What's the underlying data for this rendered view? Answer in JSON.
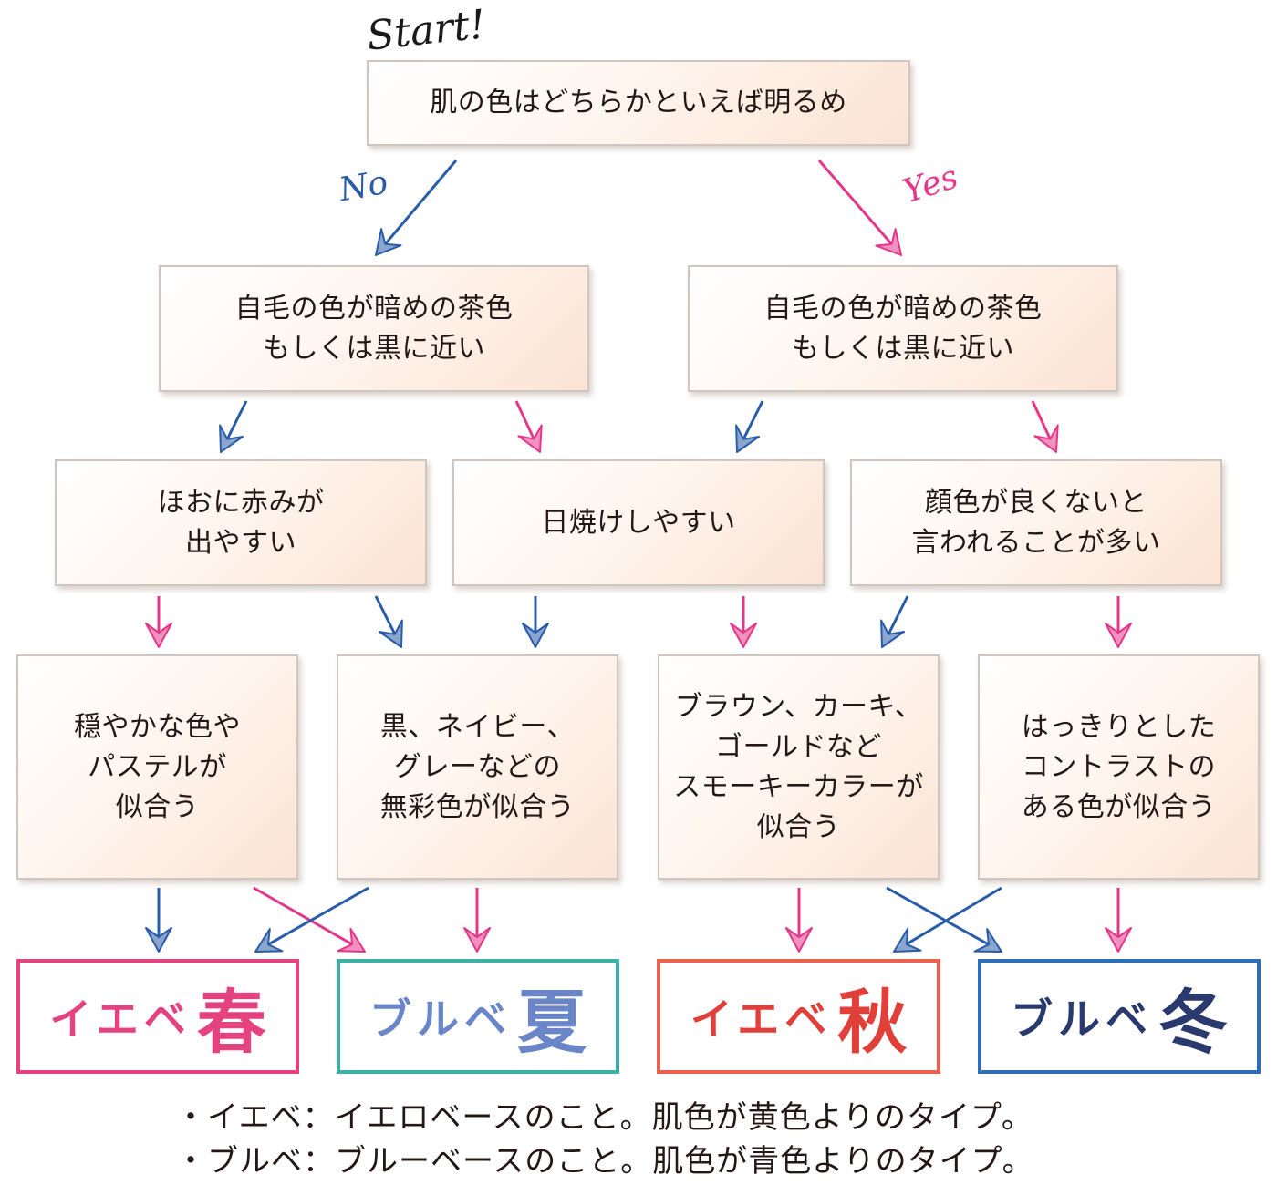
{
  "labels": {
    "start": "Start!",
    "no": "No",
    "yes": "Yes"
  },
  "questions": {
    "q1": [
      "肌の色はどちらかといえば明るめ"
    ],
    "q2_left": [
      "自毛の色が暗めの茶色",
      "もしくは黒に近い"
    ],
    "q2_right": [
      "自毛の色が暗めの茶色",
      "もしくは黒に近い"
    ],
    "q3_left": [
      "ほおに赤みが",
      "出やすい"
    ],
    "q3_mid": [
      "日焼けしやすい"
    ],
    "q3_right": [
      "顔色が良くないと",
      "言われることが多い"
    ]
  },
  "traits": {
    "t1": [
      "穏やかな色や",
      "パステルが",
      "似合う"
    ],
    "t2": [
      "黒、ネイビー、",
      "グレーなどの",
      "無彩色が似合う"
    ],
    "t3": [
      "ブラウン、カーキ、",
      "ゴールドなど",
      "スモーキーカラーが",
      "似合う"
    ],
    "t4": [
      "はっきりとした",
      "コントラストの",
      "ある色が似合う"
    ]
  },
  "results": [
    {
      "prefix": "イエベ",
      "season": "春",
      "color": "#e4437f"
    },
    {
      "prefix": "ブルベ",
      "season": "夏",
      "color": "#6b86c8",
      "border": "#3fb0a5"
    },
    {
      "prefix": "イエベ",
      "season": "秋",
      "color": "#e03f3a",
      "border": "#e8624f"
    },
    {
      "prefix": "ブルベ",
      "season": "冬",
      "color": "#2a3a6e",
      "border": "#2f6db5"
    }
  ],
  "notes": [
    "・イエベ：イエロベースのこと。肌色が黄色よりのタイプ。",
    "・ブルベ：ブルーベースのこと。肌色が青色よりのタイプ。"
  ],
  "colors": {
    "no_arrow": "#2a5ca8",
    "yes_arrow": "#e4378a",
    "box_border": "#cfc6c2",
    "text": "#231815"
  }
}
